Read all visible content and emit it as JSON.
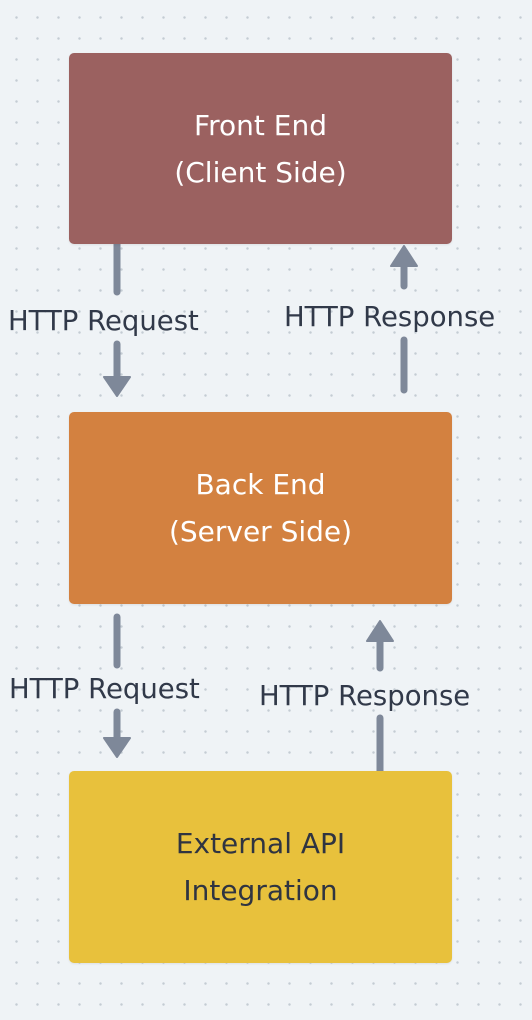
{
  "colors": {
    "front_end_box": "#9b6160",
    "back_end_box": "#d38140",
    "external_api_box": "#e8c13c",
    "arrow": "#7e8899",
    "label_text": "#313949"
  },
  "nodes": {
    "front_end": {
      "line1": "Front End",
      "line2": "(Client Side)"
    },
    "back_end": {
      "line1": "Back End",
      "line2": "(Server Side)"
    },
    "external_api": {
      "line1": "External API",
      "line2": "Integration"
    }
  },
  "edges": {
    "front_to_back": {
      "label": "HTTP Request",
      "direction": "down"
    },
    "back_to_front": {
      "label": "HTTP Response",
      "direction": "up"
    },
    "back_to_api": {
      "label": "HTTP Request",
      "direction": "down"
    },
    "api_to_back": {
      "label": "HTTP Response",
      "direction": "up"
    }
  }
}
